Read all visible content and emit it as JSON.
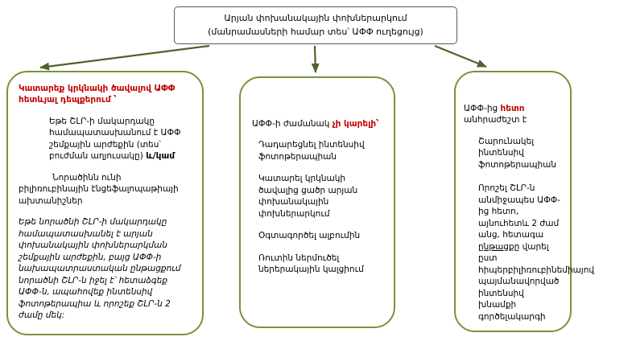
{
  "colors": {
    "box_border_green": "#77933C",
    "arrow_green": "#4F6228",
    "top_box_border": "#595959",
    "emphasis_red": "#C00000"
  },
  "top_box": {
    "title": "Արյան փոխանակային փոխներարկում",
    "subtitle": "(մանրամասների համար տես՝ ԱՓՓ ուղեցույց)"
  },
  "left_box": {
    "heading": "Կատարեք կրկնակի ծավալով ԱՓՓ հետևյալ դեպքերում ՝",
    "criterion1_text": "Եթե ՇԼՐ-ի մակարդակը համապատասխանում է ԱՓՓ շեմքային արժեքին (տես՝ բուժման աղյուսակը) ",
    "criterion1_bold": "և/կամ",
    "criterion2": "Նորածինն ունի բիլիռուբինային էնցեֆալոպաթիայի ախտանիշներ",
    "note_italic": "Եթե նորածնի ՇԼՐ-ի մակարդակը համապատասխանել է արյան փոխանակային փոխներարկման շեմքային արժեքին, բայց ԱՓՓ-ի նախապատրաստական ընթացքում նորածնի ՇԼՐ-ն իջել է՝ հետաձգեք ԱՓՓ-ն, ապահովեք ինտենսիվ ֆոտոթերապիա և որոշեք ՇԼՐ-ն 2 ժամը մեկ:"
  },
  "middle_box": {
    "heading_black": "ԱՓՓ-ի ժամանակ ",
    "heading_red": "չի կարելի՝",
    "items": [
      "Դադարեցնել ինտենսիվ ֆոտոթերապիան",
      "Կատարել կրկնակի ծավալից ցածր արյան փոխանակային փոխներարկում",
      "Օգտագործել ալբումին",
      "Ռուտին ներմուծել ներերակային կալցիում"
    ]
  },
  "right_box": {
    "heading_pre": "ԱՓՓ-ից ",
    "heading_red": "հետո",
    "heading_post": " անհրաժեշտ է",
    "item1": "Շարունակել ինտենսիվ ֆոտոթերապիան",
    "item2_pre": "Որոշել ՇԼՐ-ն անմիջապես ԱՓՓ-ից հետո, այնուհետև 2 ժամ անց, հետագա ",
    "item2_underline": "ընթացքը",
    "item2_post": " վարել ըստ հիպերբիլիռուբինեմիայով պայմանավորված ինտենսիվ խնամքի գործելակարգի"
  }
}
